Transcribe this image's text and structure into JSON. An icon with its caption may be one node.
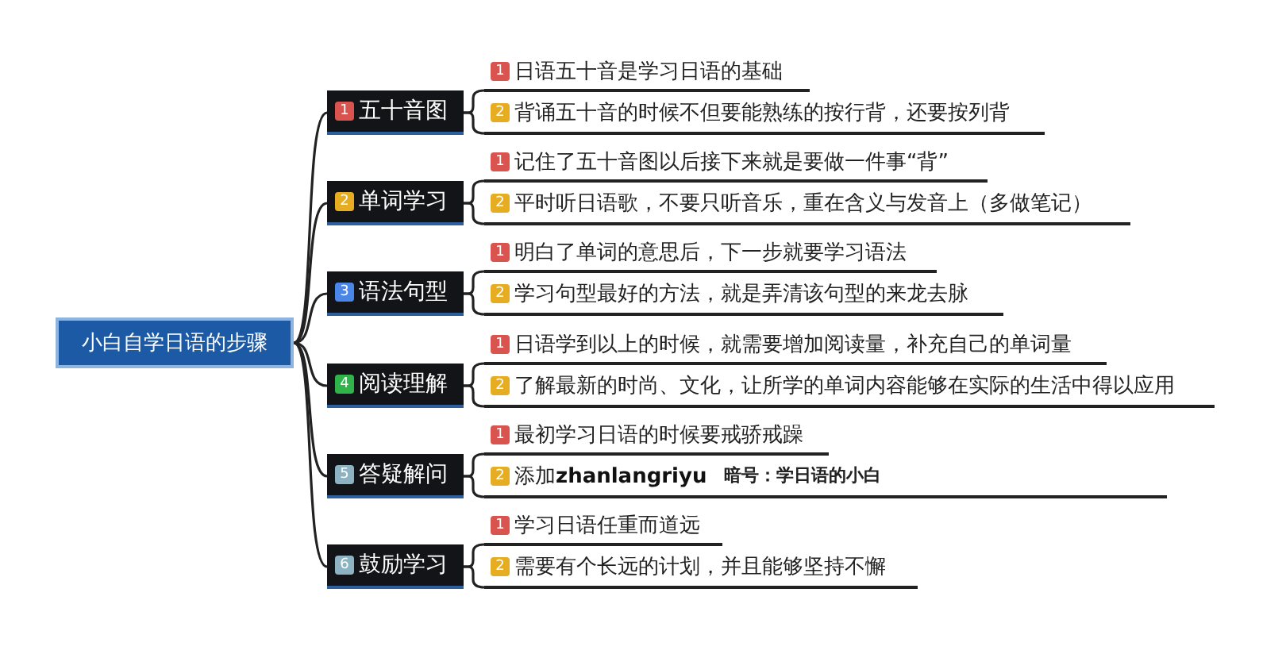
{
  "diagram": {
    "nodes": [
      {
        "text": [
          "小白自学日语的步骤"
        ]
      },
      {
        "text": [
          "1",
          "五十音图"
        ]
      },
      {
        "text": [
          "1",
          "日语五十音是学习日语的基础"
        ]
      },
      {
        "text": [
          "2",
          "背诵五十音的时候不但要能熟练的按行背，还要按列背"
        ]
      },
      {
        "text": [
          "2",
          "单词学习"
        ]
      },
      {
        "text": [
          "1",
          "记住了五十音图以后接下来就是要做一件事“背”"
        ]
      },
      {
        "text": [
          "2",
          "平时听日语歌，不要只听音乐，重在含义与发音上（多做笔记）"
        ]
      },
      {
        "text": [
          "3",
          "语法句型"
        ]
      },
      {
        "text": [
          "1",
          "明白了单词的意思后，下一步就要学习语法"
        ]
      },
      {
        "text": [
          "2",
          "学习句型最好的方法，就是弄清该句型的来龙去脉"
        ]
      },
      {
        "text": [
          "4",
          "阅读理解"
        ]
      },
      {
        "text": [
          "1",
          "日语学到以上的时候，就需要增加阅读量，补充自己的单词量"
        ]
      },
      {
        "text": [
          "2",
          "了解最新的时尚、文化，让所学的单词内容能够在实际的生活中得以应用"
        ]
      },
      {
        "text": [
          "5",
          "答疑解问"
        ]
      },
      {
        "text": [
          "1",
          "最初学习日语的时候要戒骄戒躁"
        ]
      },
      {
        "text": [
          "2",
          "添加**zhanlangriyu**",
          "暗号：学日语的小白"
        ]
      },
      {
        "text": [
          "6",
          "鼓励学习"
        ]
      },
      {
        "text": [
          "1",
          "学习日语任重而道远"
        ]
      },
      {
        "text": [
          "2",
          "需要有个长远的计划，并且能够坚持不懈"
        ]
      }
    ],
    "edges": [
      {
        "from": 0,
        "to": 1,
        "arrow": "none"
      },
      {
        "from": 0,
        "to": 4,
        "arrow": "none"
      },
      {
        "from": 0,
        "to": 7,
        "arrow": "none"
      },
      {
        "from": 0,
        "to": 10,
        "arrow": "none"
      },
      {
        "from": 0,
        "to": 13,
        "arrow": "none"
      },
      {
        "from": 0,
        "to": 16,
        "arrow": "none"
      },
      {
        "from": 1,
        "to": 2,
        "arrow": "none"
      },
      {
        "from": 1,
        "to": 3,
        "arrow": "none"
      },
      {
        "from": 4,
        "to": 5,
        "arrow": "none"
      },
      {
        "from": 4,
        "to": 6,
        "arrow": "none"
      },
      {
        "from": 7,
        "to": 8,
        "arrow": "none"
      },
      {
        "from": 7,
        "to": 9,
        "arrow": "none"
      },
      {
        "from": 10,
        "to": 11,
        "arrow": "none"
      },
      {
        "from": 10,
        "to": 12,
        "arrow": "none"
      },
      {
        "from": 13,
        "to": 14,
        "arrow": "none"
      },
      {
        "from": 13,
        "to": 15,
        "arrow": "none"
      },
      {
        "from": 16,
        "to": 17,
        "arrow": "none"
      },
      {
        "from": 16,
        "to": 18,
        "arrow": "none"
      }
    ]
  }
}
